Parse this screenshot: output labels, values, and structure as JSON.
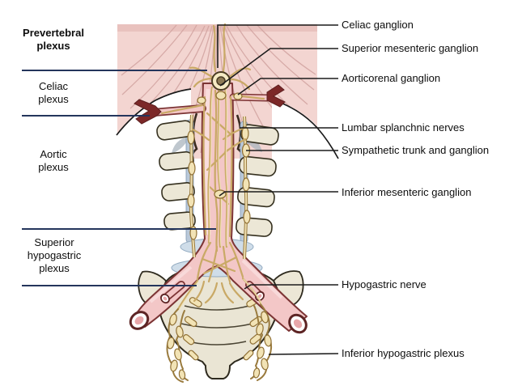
{
  "figure_labels": {
    "left": [
      {
        "text": "Prevertebral plexus"
      },
      {
        "text": "Celiac plexus"
      },
      {
        "text": "Aortic plexus"
      },
      {
        "text": "Superior hypogastric plexus"
      }
    ],
    "right": [
      {
        "text": "Celiac ganglion"
      },
      {
        "text": "Superior mesenteric ganglion"
      },
      {
        "text": "Aorticorenal ganglion"
      },
      {
        "text": "Lumbar splanchnic nerves"
      },
      {
        "text": "Sympathetic trunk and ganglion"
      },
      {
        "text": "Inferior mesenteric ganglion"
      },
      {
        "text": "Hypogastric nerve"
      },
      {
        "text": "Inferior hypogastric plexus"
      }
    ],
    "colors": {
      "diaphragm_pink": "#f3d5d1",
      "diaphragm_striation": "#d2a3a0",
      "artery_pink": "#f3c7c7",
      "artery_outline": "#7c3434",
      "artery_dark_tip": "#7c2828",
      "bone": "#ece7d6",
      "bone_outline": "#35301f",
      "disc_blue": "#cfdde9",
      "fascia_blue": "#b9c8d8",
      "nerve_fill": "#f2e3b5",
      "nerve_outline": "#9a7b3e",
      "nerve_strand": "#c9a966",
      "left_rule": "#24355c",
      "leader_line": "#1c1c1c",
      "text": "#0d0d0d"
    }
  }
}
